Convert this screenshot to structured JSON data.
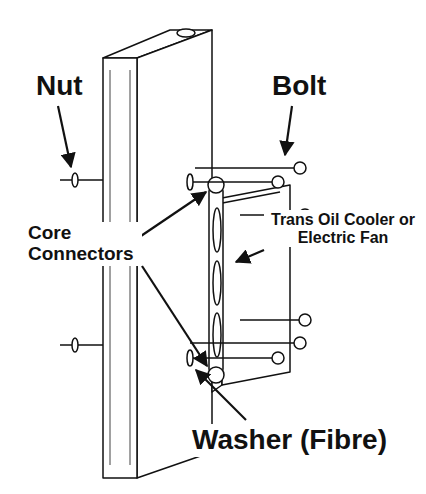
{
  "diagram": {
    "labels": [
      "Nut",
      "Bolt",
      "Core Connectors",
      "Trans Oil Cooler or Electric Fan",
      "Washer (Fibre)"
    ]
  }
}
